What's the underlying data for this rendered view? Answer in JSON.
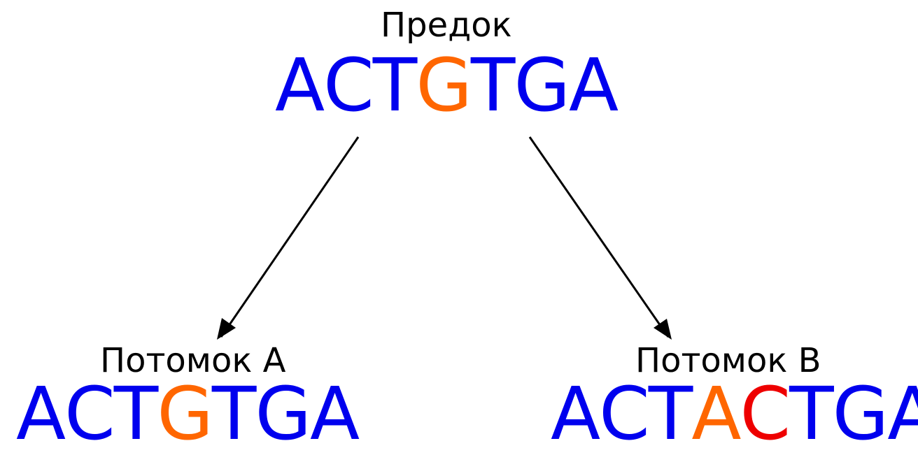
{
  "colors": {
    "normal": "#0000ee",
    "mutated": "#ff6600",
    "inserted": "#ee0000",
    "arrow": "#000000"
  },
  "ancestor": {
    "label": "Предок",
    "sequence": [
      {
        "base": "A",
        "state": "normal"
      },
      {
        "base": "C",
        "state": "normal"
      },
      {
        "base": "T",
        "state": "normal"
      },
      {
        "base": "G",
        "state": "mutated"
      },
      {
        "base": "T",
        "state": "normal"
      },
      {
        "base": "G",
        "state": "normal"
      },
      {
        "base": "A",
        "state": "normal"
      }
    ]
  },
  "descendant_a": {
    "label": "Потомок A",
    "sequence": [
      {
        "base": "A",
        "state": "normal"
      },
      {
        "base": "C",
        "state": "normal"
      },
      {
        "base": "T",
        "state": "normal"
      },
      {
        "base": "G",
        "state": "mutated"
      },
      {
        "base": "T",
        "state": "normal"
      },
      {
        "base": "G",
        "state": "normal"
      },
      {
        "base": "A",
        "state": "normal"
      }
    ]
  },
  "descendant_b": {
    "label": "Потомок B",
    "sequence": [
      {
        "base": "A",
        "state": "normal"
      },
      {
        "base": "C",
        "state": "normal"
      },
      {
        "base": "T",
        "state": "normal"
      },
      {
        "base": "A",
        "state": "mutated"
      },
      {
        "base": "C",
        "state": "inserted"
      },
      {
        "base": "T",
        "state": "normal"
      },
      {
        "base": "G",
        "state": "normal"
      },
      {
        "base": "A",
        "state": "normal"
      }
    ]
  }
}
